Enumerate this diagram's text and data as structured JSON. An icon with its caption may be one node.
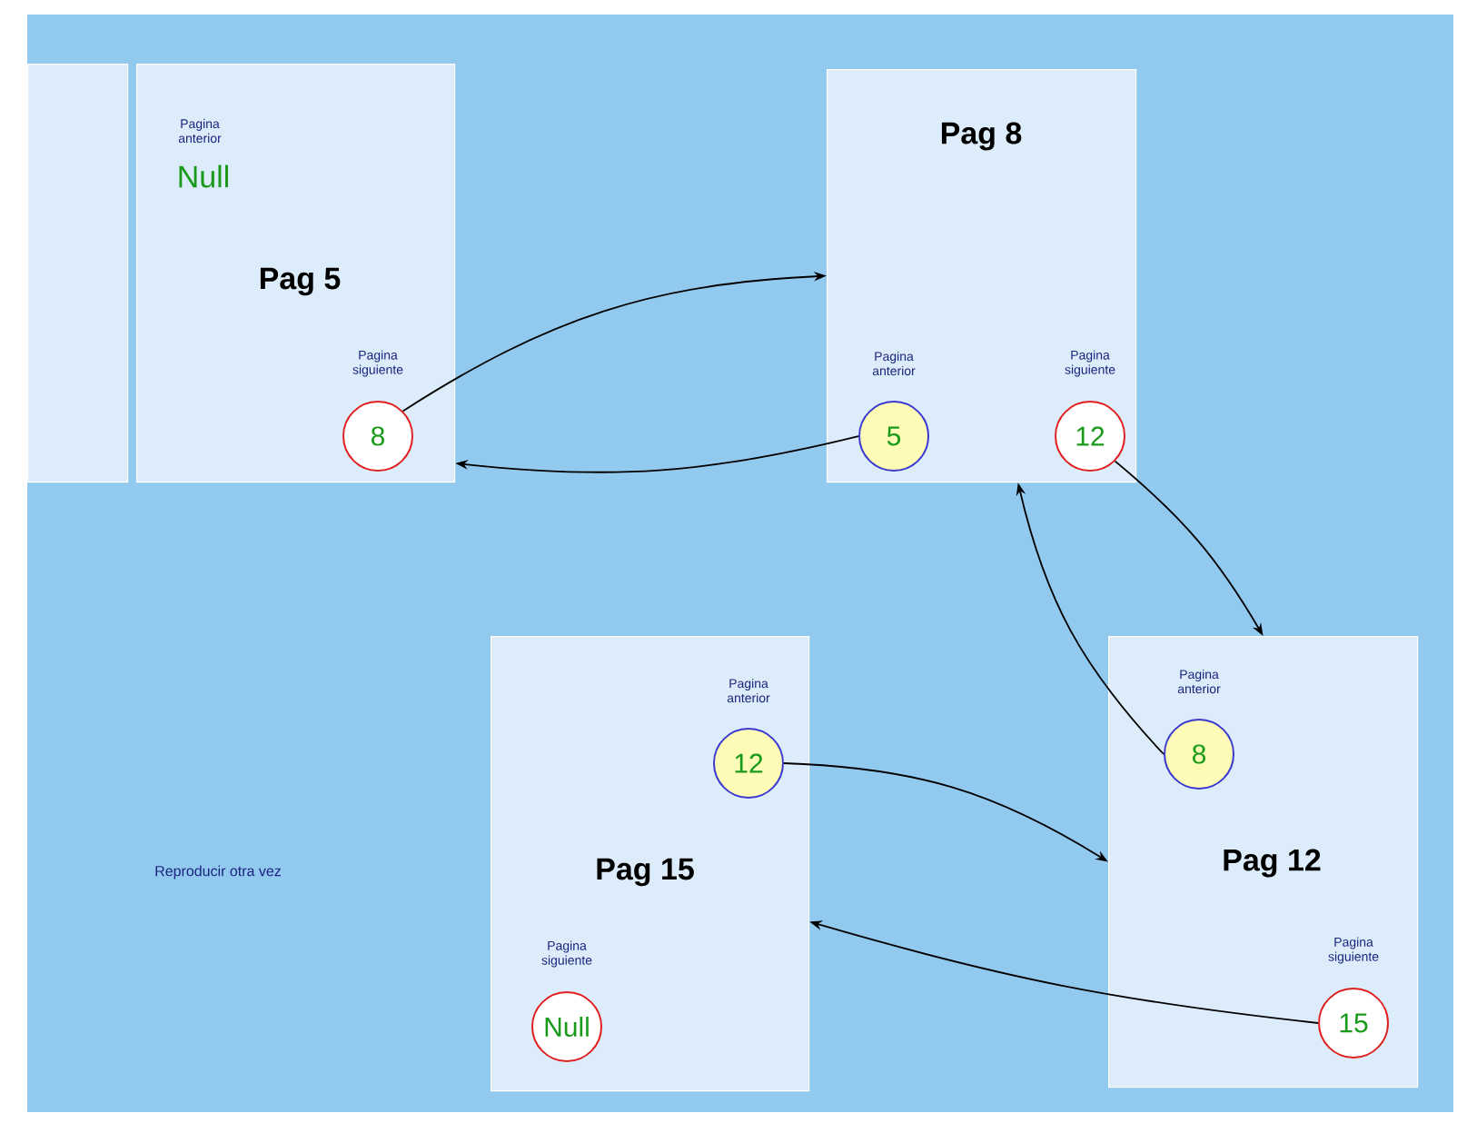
{
  "diagram": {
    "nodes": [
      {
        "text": [],
        "shape": "box"
      },
      {
        "text": [
          "Pagina anterior",
          "Null",
          "Pag 5"
        ]
      },
      {
        "text": [
          "Pagina siguiente",
          "8"
        ],
        "in": 1
      },
      {
        "text": [
          "Pag 8"
        ]
      },
      {
        "text": [
          "Pagina anterior",
          "5"
        ],
        "in": 3
      },
      {
        "text": [
          "Pagina siguiente",
          "12"
        ],
        "in": 3
      },
      {
        "text": [
          "Pag 15"
        ]
      },
      {
        "text": [
          "Pagina anterior",
          "12"
        ],
        "in": 6
      },
      {
        "text": [
          "Pagina siguiente",
          "Null"
        ],
        "in": 6
      },
      {
        "text": [
          "Pag 12"
        ]
      },
      {
        "text": [
          "Pagina anterior",
          "8"
        ],
        "in": 9
      },
      {
        "text": [
          "Pagina siguiente",
          "15"
        ],
        "in": 9
      }
    ],
    "edges": [
      {
        "from": 2,
        "to": 3,
        "arrow": "to"
      },
      {
        "from": 4,
        "to": 1,
        "arrow": "to"
      },
      {
        "from": 5,
        "to": 9,
        "arrow": "to"
      },
      {
        "from": 10,
        "to": 3,
        "arrow": "to"
      },
      {
        "from": 7,
        "to": 9,
        "arrow": "to"
      },
      {
        "from": 11,
        "to": 6,
        "arrow": "to"
      }
    ],
    "labels": [
      "Reproducir otra vez"
    ]
  }
}
